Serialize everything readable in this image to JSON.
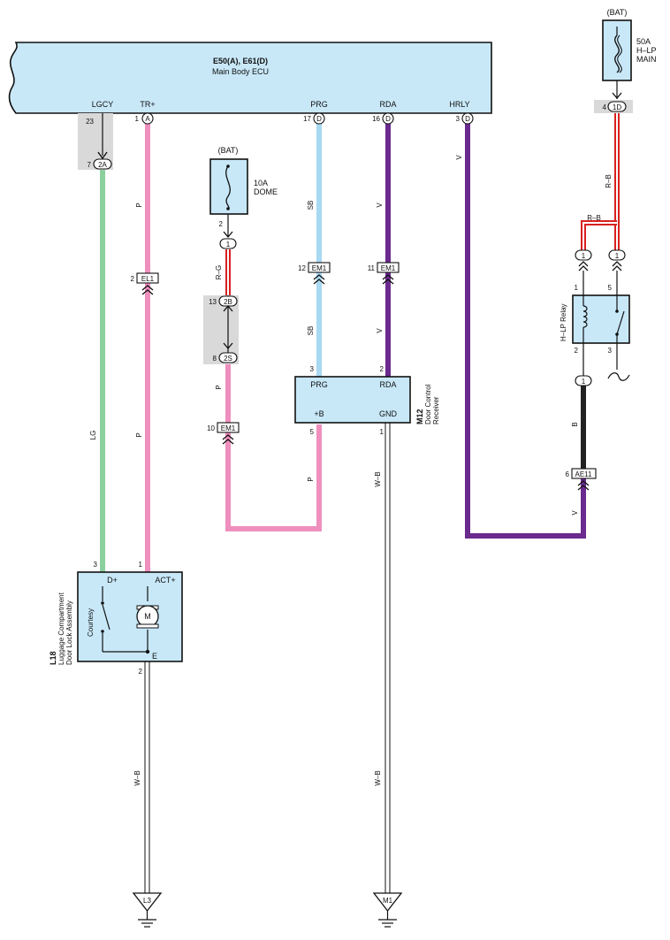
{
  "colors": {
    "LG": "#8ccf9e",
    "P": "#ef8fbe",
    "SB": "#a8d8f2",
    "V": "#6a2a8e",
    "R": "#d82020",
    "B": "#222222",
    "W": "#ffffff",
    "component_fill": "#c8e8f8",
    "shade": "#d9d9d9"
  },
  "ecu": {
    "line1": "E50(A), E61(D)",
    "line2": "Main Body ECU",
    "pins": [
      {
        "name": "LGCY",
        "pin": "23",
        "conn": ""
      },
      {
        "name": "TR+",
        "pin": "1",
        "conn": "A"
      },
      {
        "name": "PRG",
        "pin": "17",
        "conn": "D"
      },
      {
        "name": "RDA",
        "pin": "16",
        "conn": "D"
      },
      {
        "name": "HRLY",
        "pin": "3",
        "conn": "D"
      }
    ]
  },
  "connectors": {
    "c2A": {
      "pin": "7",
      "code": "2A"
    },
    "cEL1": {
      "pin": "2",
      "code": "EL1"
    },
    "cEM1_12": {
      "pin": "12",
      "code": "EM1"
    },
    "cEM1_11": {
      "pin": "11",
      "code": "EM1"
    },
    "cEM1_10": {
      "pin": "10",
      "code": "EM1"
    },
    "dome_out": {
      "pin": "2",
      "code": "1"
    },
    "c2B": {
      "pin": "13",
      "code": "2B"
    },
    "c2S": {
      "pin": "8",
      "code": "2S"
    },
    "c1D": {
      "pin": "4",
      "code": "1D"
    },
    "cAE11": {
      "pin": "6",
      "code": "AE11"
    },
    "relay_in1": {
      "code": "1"
    },
    "relay_in5": {
      "code": "1"
    },
    "relay_out2": {
      "code": "1"
    }
  },
  "fuses": {
    "dome": {
      "source": "(BAT)",
      "rating": "10A",
      "name": "DOME"
    },
    "main": {
      "source": "(BAT)",
      "rating": "50A",
      "name1": "H–LP",
      "name2": "MAIN"
    }
  },
  "door_receiver": {
    "id": "M12",
    "name1": "Door Control",
    "name2": "Receiver",
    "terms": {
      "prg": "PRG",
      "rda": "RDA",
      "b": "+B",
      "gnd": "GND"
    },
    "pins": {
      "prg": "3",
      "rda": "2",
      "b": "5",
      "gnd": "1"
    }
  },
  "lock": {
    "id": "L18",
    "name1": "Luggage Compartment",
    "name2": "Door Lock Assembly",
    "terms": {
      "d": "D+",
      "act": "ACT+",
      "e": "E"
    },
    "pins": {
      "d": "3",
      "act": "1",
      "e": "2"
    },
    "switch_label": "Courtesy",
    "motor": "M"
  },
  "relay": {
    "name": "H–LP Relay",
    "pins": {
      "p1": "1",
      "p5": "5",
      "p2": "2",
      "p3": "3"
    }
  },
  "wires": {
    "lg": "LG",
    "p": "P",
    "sb": "SB",
    "v": "V",
    "rg": "R–G",
    "rb": "R–B",
    "b": "B",
    "wb": "W–B"
  },
  "grounds": {
    "g1": "L3",
    "g2": "M1"
  }
}
